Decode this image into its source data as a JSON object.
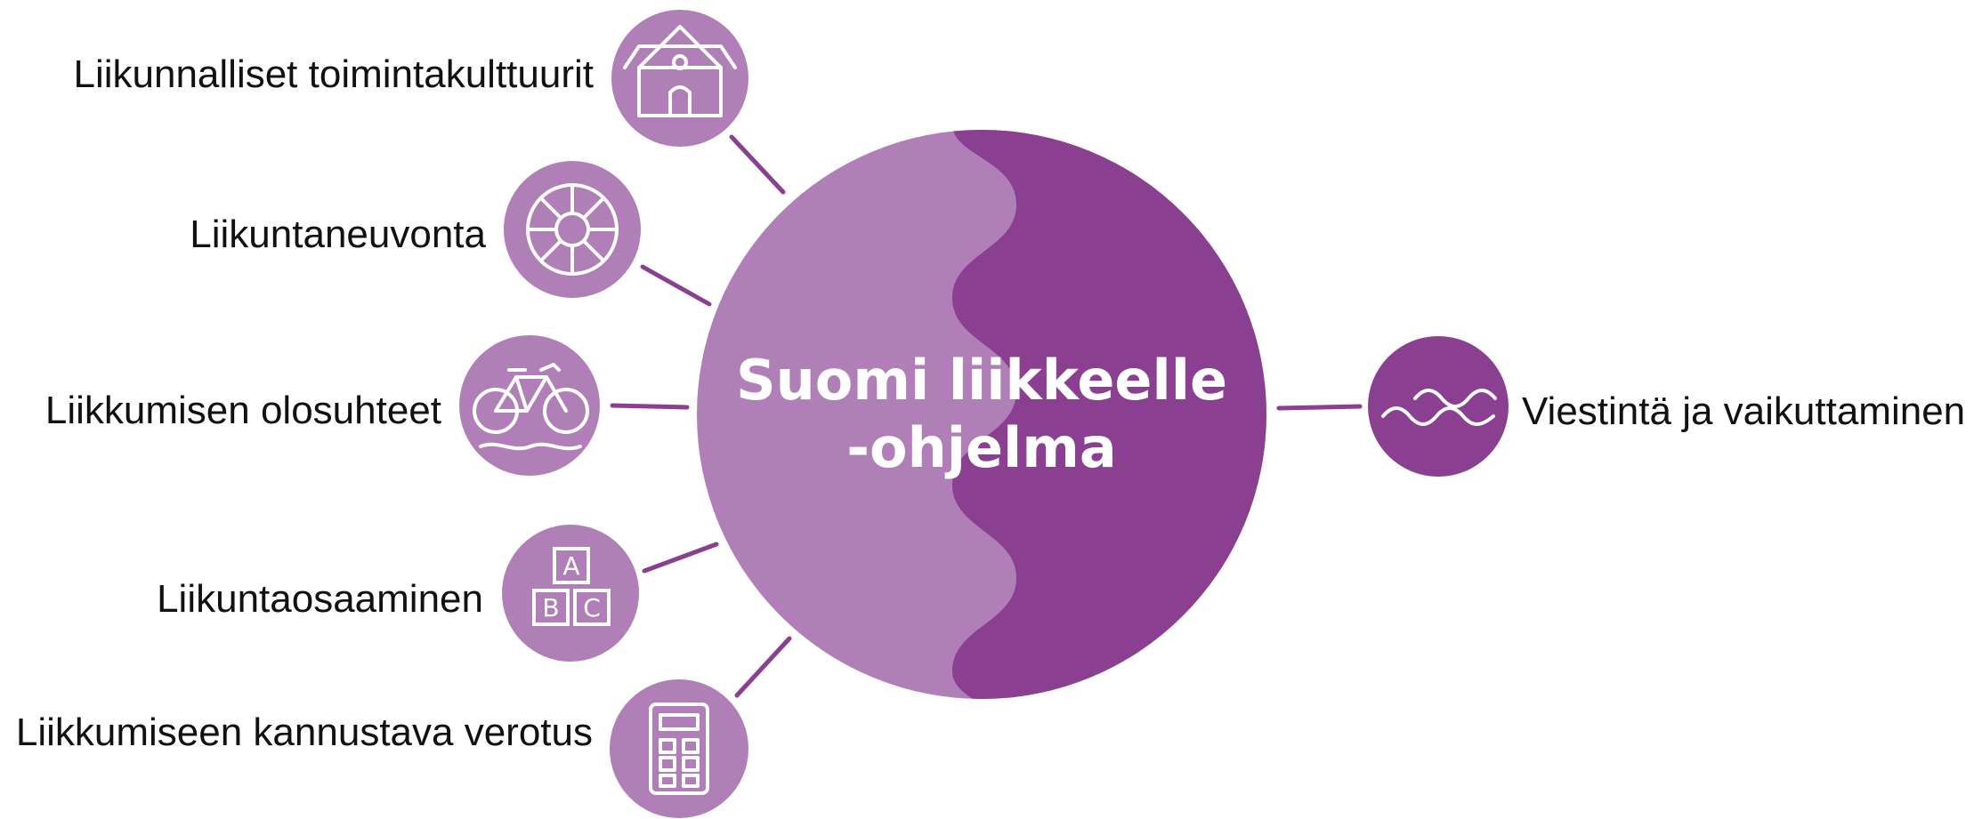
{
  "center": {
    "title_line1": "Suomi liikkeelle",
    "title_line2": "-ohjelma"
  },
  "colors": {
    "light_purple": "#b07fb7",
    "dark_purple": "#8a3f91",
    "connector": "#8a3f91",
    "icon_stroke": "#ffffff",
    "text": "#111111"
  },
  "nodes": [
    {
      "label": "Liikunnalliset toimintakulttuurit",
      "icon": "house-icon"
    },
    {
      "label": "Liikuntaneuvonta",
      "icon": "lifebuoy-icon"
    },
    {
      "label": "Liikkumisen olosuhteet",
      "icon": "bicycle-icon"
    },
    {
      "label": "Liikuntaosaaminen",
      "icon": "abc-blocks-icon"
    },
    {
      "label": "Liikkumiseen kannustava verotus",
      "icon": "calculator-icon"
    },
    {
      "label": "Viestintä ja vaikuttaminen",
      "icon": "waves-icon"
    }
  ]
}
